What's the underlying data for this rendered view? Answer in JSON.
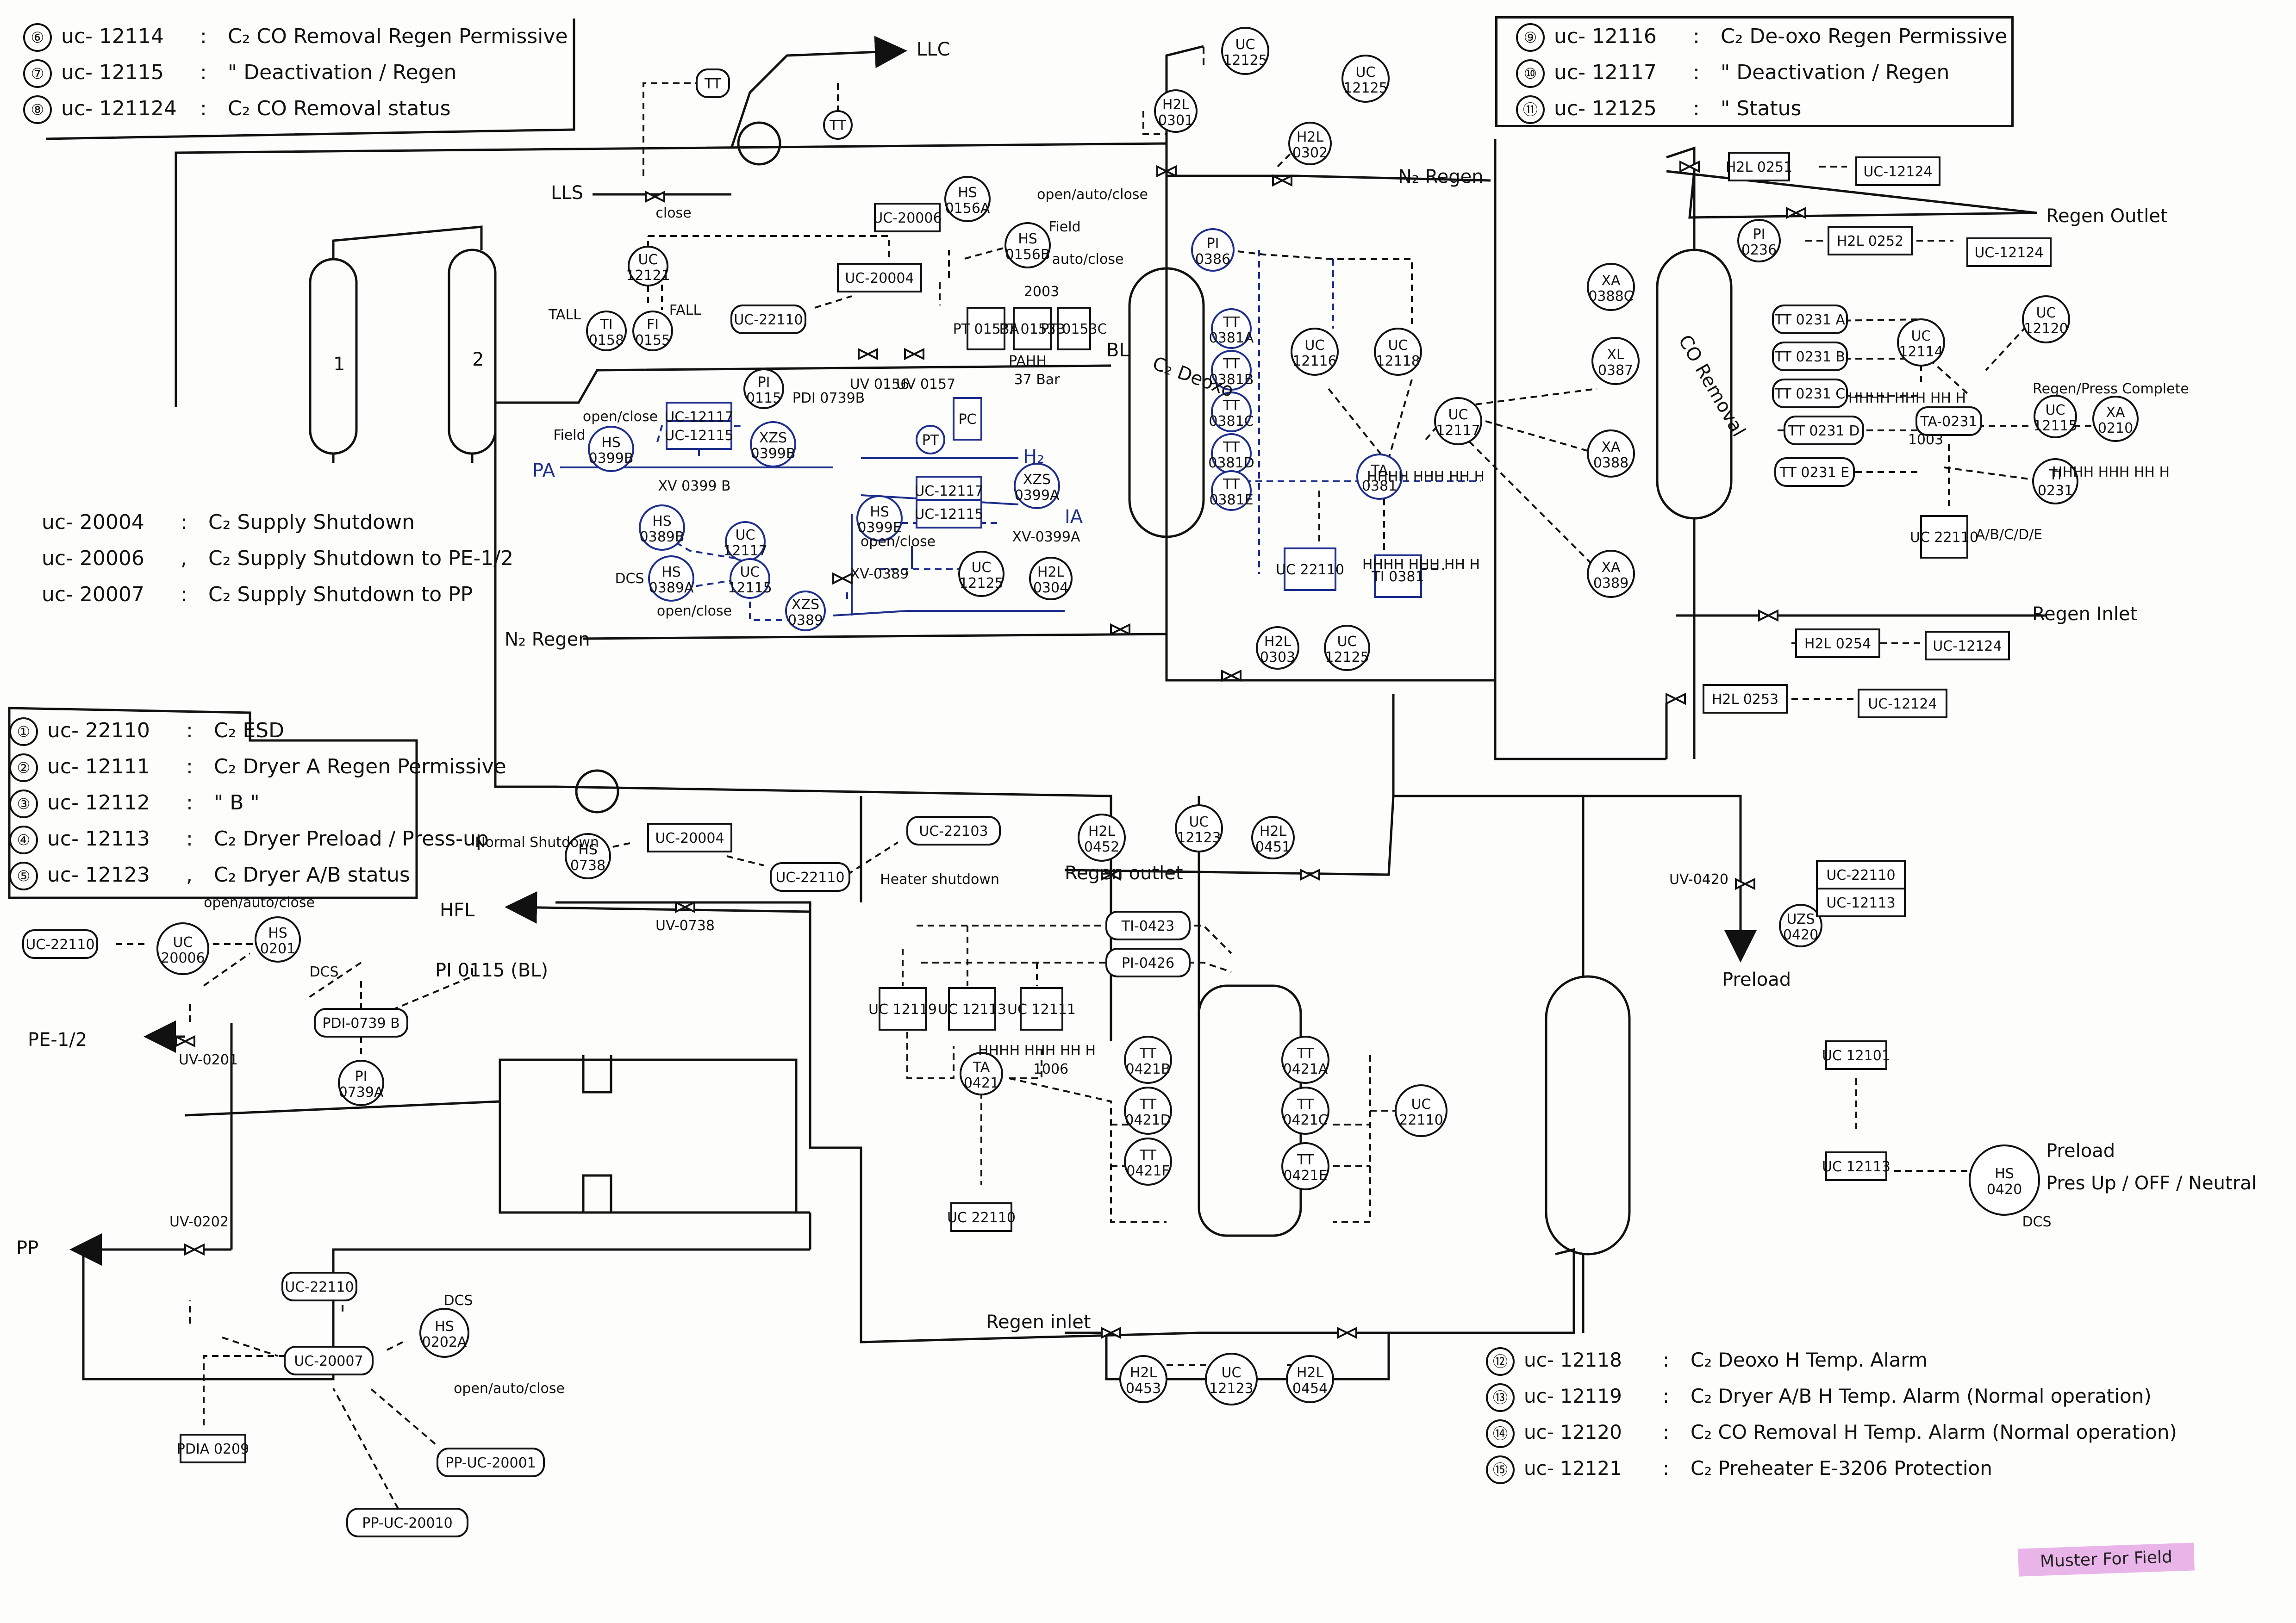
{
  "legend_top_left": [
    {
      "num": "⑥",
      "code": "uc- 12114",
      "sep": ":",
      "desc": "C₂ CO Removal Regen Permissive"
    },
    {
      "num": "⑦",
      "code": "uc- 12115",
      "sep": ":",
      "desc": "\"    Deactivation / Regen"
    },
    {
      "num": "⑧",
      "code": "uc- 121124",
      "sep": ":",
      "desc": "C₂ CO Removal status"
    }
  ],
  "legend_top_right": [
    {
      "num": "⑨",
      "code": "uc- 12116",
      "sep": ":",
      "desc": "C₂ De-oxo Regen Permissive"
    },
    {
      "num": "⑩",
      "code": "uc- 12117",
      "sep": ":",
      "desc": "\"    Deactivation / Regen"
    },
    {
      "num": "⑪",
      "code": "uc- 12125",
      "sep": ":",
      "desc": "\"    Status"
    }
  ],
  "legend_shutdown": [
    {
      "code": "uc- 20004",
      "sep": ":",
      "desc": "C₂ Supply Shutdown"
    },
    {
      "code": "uc- 20006",
      "sep": ",",
      "desc": "C₂ Supply Shutdown to PE-1/2"
    },
    {
      "code": "uc- 20007",
      "sep": ":",
      "desc": "C₂ Supply Shutdown to PP"
    }
  ],
  "legend_esd": [
    {
      "num": "①",
      "code": "uc- 22110",
      "sep": ":",
      "desc": "C₂ ESD"
    },
    {
      "num": "②",
      "code": "uc- 12111",
      "sep": ":",
      "desc": "C₂ Dryer A Regen Permissive"
    },
    {
      "num": "③",
      "code": "uc- 12112",
      "sep": ":",
      "desc": "\"    B    \""
    },
    {
      "num": "④",
      "code": "uc- 12113",
      "sep": ":",
      "desc": "C₂ Dryer Preload / Press-up"
    },
    {
      "num": "⑤",
      "code": "uc- 12123",
      "sep": ",",
      "desc": "C₂ Dryer A/B status"
    }
  ],
  "legend_bottom": [
    {
      "num": "⑫",
      "code": "uc- 12118",
      "sep": ":",
      "desc": "C₂ Deoxo H Temp. Alarm"
    },
    {
      "num": "⑬",
      "code": "uc- 12119",
      "sep": ":",
      "desc": "C₂ Dryer A/B H Temp. Alarm (Normal operation)"
    },
    {
      "num": "⑭",
      "code": "uc- 12120",
      "sep": ":",
      "desc": "C₂ CO Removal H Temp. Alarm (Normal operation)"
    },
    {
      "num": "⑮",
      "code": "uc- 12121",
      "sep": ":",
      "desc": "C₂ Preheater E-3206 Protection"
    }
  ],
  "stamp": "Muster For Field",
  "line_labels": {
    "llc": "LLC",
    "lls": "LLS",
    "n2_regen_top": "N₂ Regen",
    "n2_regen_left": "N₂ Regen",
    "regen_outlet_right": "Regen Outlet",
    "regen_inlet_right": "Regen Inlet",
    "pa": "PA",
    "h2": "H₂",
    "ia": "IA",
    "bl": "BL",
    "pahh": "PAHH",
    "bar": "37 Bar",
    "hfl": "HFL",
    "pe12": "PE-1/2",
    "pp": "PP",
    "preload": "Preload",
    "regen_outlet_mid": "Regen outlet",
    "regen_inlet_bottom": "Regen inlet",
    "normal_shutdown": "Normal Shutdown",
    "heater_shutdown": "Heater shutdown",
    "close": "close",
    "tall": "TALL",
    "fall": "FALL",
    "field": "Field",
    "dcs": "DCS",
    "open_auto_close": "open/auto/close",
    "field_auto_close": "auto/close",
    "open_close": "open/close",
    "preload_opts": "Pres Up / OFF / Neutral",
    "preload_title": "Preload",
    "pi_0115_bl": "PI 0115 (BL)",
    "dryer1": "1",
    "dryer2": "2",
    "c2_deoxo": "C₂ Deoxo",
    "co_removal": "CO Removal",
    "hhhh": "HHHH HHH HH H",
    "abcde": "A/B/C/D/E",
    "regen_complete": "Regen/Press Complete",
    "n1003": "1003",
    "n1006": "1006",
    "n2003": "2003"
  },
  "tags": {
    "tt_top": "TT",
    "tt_top2": "TT",
    "uc12125a": "UC 12125",
    "uc12125b": "UC 12125",
    "h2l0301": "H2L 0301",
    "h2l0302": "H2L 0302",
    "uc20006_top": "UC-20006",
    "hs0156a": "HS 0156A",
    "hs0156b": "HS 0156B",
    "uc20004_top": "UC-20004",
    "uc12121": "UC 12121",
    "ti0158": "TI 0158",
    "fi0155": "FI 0155",
    "uc22110_top": "UC-22110",
    "pt0153a": "PT 0153A",
    "pt0153b": "PT 0153B",
    "pt0153c": "PT 0153C",
    "pi0115": "PI 0115",
    "pdi0739b": "PDI 0739B",
    "uv0156": "UV 0156",
    "uv0157": "UV 0157",
    "uc12117b": "UC-12117",
    "uc12115b": "UC-12115",
    "hs0399b": "HS 0399B",
    "xzs0399b": "XZS 0399B",
    "xv0399b": "XV 0399 B",
    "pt": "PT",
    "pc": "PC",
    "uc12117c": "UC-12117",
    "uc12115c": "UC-12115",
    "hs0399e": "HS 0399E",
    "xzs0399a": "XZS 0399A",
    "xv0399a": "XV-0399A",
    "hs0389b": "HS 0389B",
    "uc12117d": "UC 12117",
    "hs0389a": "HS 0389A",
    "uc12115d": "UC 12115",
    "xzs0389": "XZS 0389",
    "xv0389": "XV-0389",
    "uc12125c": "UC 12125",
    "h2l0304": "H2L 0304",
    "pi0386": "PI 0386",
    "tt0381a": "TT 0381A",
    "tt0381b": "TT 0381B",
    "tt0381c": "TT 0381C",
    "tt0381d": "TT 0381D",
    "tt0381e": "TT 0381E",
    "uc12116": "UC 12116",
    "uc12118": "UC 12118",
    "ta0381": "TA 0381",
    "uc12117": "UC 12117",
    "uc22110_d": "UC 22110",
    "ti0381": "TI 0381",
    "h2l0303": "H2L 0303",
    "uc12125d": "UC 12125",
    "xa0388c": "XA 0388C",
    "xl0387": "XL 0387",
    "xa0388": "XA 0388",
    "xa0389": "XA 0389",
    "h2l0251": "H2L 0251",
    "uc12124a": "UC-12124",
    "pi0236": "PI 0236",
    "h2l0252": "H2L 0252",
    "uc12124b": "UC-12124",
    "tt0231a": "TT 0231 A",
    "tt0231b": "TT 0231 B",
    "tt0231c": "TT 0231 C",
    "tt0231d": "TT 0231 D",
    "tt0231e": "TT 0231 E",
    "uc12114": "UC 12114",
    "uc12120": "UC 12120",
    "ta0231": "TA-0231",
    "uc12115": "UC 12115",
    "xa0210": "XA 0210",
    "ti0231": "TI 0231",
    "uc22110_co": "UC 22110",
    "h2l0254": "H2L 0254",
    "uc12124c": "UC-12124",
    "h2l0253": "H2L 0253",
    "uc12124d": "UC-12124",
    "hs0738": "HS 0738",
    "uc20004_mid": "UC-20004",
    "uv0738": "UV-0738",
    "uc22110_mid": "UC-22110",
    "uc22103": "UC-22103",
    "uc22110_l": "UC-22110",
    "uc20006": "UC 20006",
    "hs0201": "HS 0201",
    "pdi0739b_l": "PDI-0739 B",
    "pi0739a": "PI 0739A",
    "uv0201": "UV-0201",
    "uv0202": "UV-0202",
    "uc22110_pp": "UC-22110",
    "uc20007": "UC-20007",
    "hs0202a": "HS 0202A",
    "pdia0209": "PDIA 0209",
    "pp_uc20001": "PP-UC-20001",
    "pp_uc20010": "PP-UC-20010",
    "h2l0452": "H2L 0452",
    "uc12123a": "UC 12123",
    "h2l0451": "H2L 0451",
    "ti0423": "TI-0423",
    "pi0426": "PI-0426",
    "uc12119": "UC 12119",
    "uc12113": "UC 12113",
    "uc12111": "UC 12111",
    "ta0421": "TA 0421",
    "uc22110_dr": "UC 22110",
    "tt0421b": "TT 0421B",
    "tt0421d": "TT 0421D",
    "tt0421f": "TT 0421F",
    "tt0421a": "TT 0421A",
    "tt0421c": "TT 0421C",
    "tt0421e": "TT 0421E",
    "uc22110_r": "UC 22110",
    "h2l0453": "H2L 0453",
    "uc12123b": "UC 12123",
    "h2l0454": "H2L 0454",
    "uv0420": "UV-0420",
    "uc22110_pre": "UC-22110",
    "uc12113_pre": "UC-12113",
    "uzs0420": "UZS 0420",
    "uc12101": "UC 12101",
    "uc12113_b": "UC 12113",
    "hs0420": "HS 0420"
  }
}
